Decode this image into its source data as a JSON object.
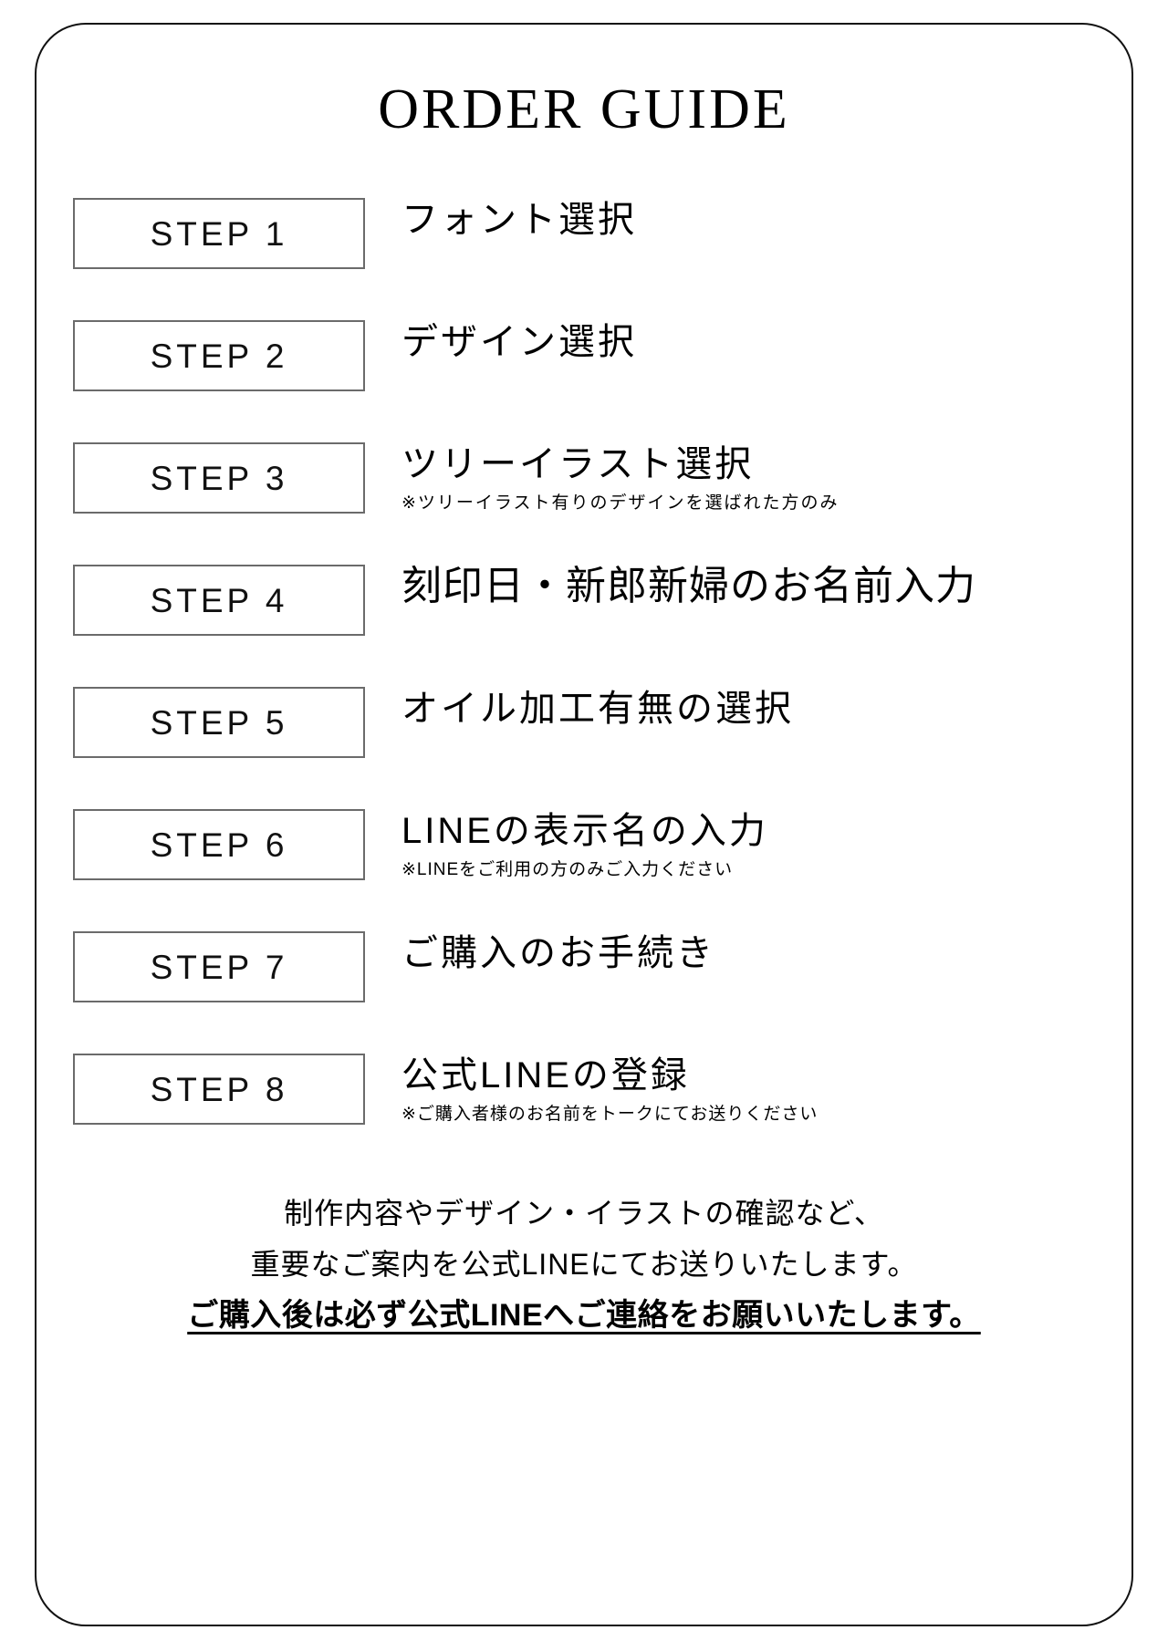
{
  "page": {
    "title": "ORDER GUIDE",
    "background_color": "#ffffff",
    "text_color": "#000000",
    "frame_border_color": "#111111",
    "step_box_border_color": "#6b6b6b"
  },
  "steps": [
    {
      "box_label": "STEP 1",
      "title": "フォント選択",
      "note": ""
    },
    {
      "box_label": "STEP 2",
      "title": "デザイン選択",
      "note": ""
    },
    {
      "box_label": "STEP 3",
      "title": "ツリーイラスト選択",
      "note": "※ツリーイラスト有りのデザインを選ばれた方のみ"
    },
    {
      "box_label": "STEP 4",
      "title": "刻印日・新郎新婦のお名前入力",
      "note": ""
    },
    {
      "box_label": "STEP 5",
      "title": "オイル加工有無の選択",
      "note": ""
    },
    {
      "box_label": "STEP 6",
      "title": "LINEの表示名の入力",
      "note": "※LINEをご利用の方のみご入力ください"
    },
    {
      "box_label": "STEP 7",
      "title": "ご購入のお手続き",
      "note": ""
    },
    {
      "box_label": "STEP 8",
      "title": "公式LINEの登録",
      "note": "※ご購入者様のお名前をトークにてお送りください"
    }
  ],
  "footer": {
    "line1": "制作内容やデザイン・イラストの確認など、",
    "line2": "重要なご案内を公式LINEにてお送りいたします。",
    "line3": "ご購入後は必ず公式LINEへご連絡をお願いいたします。"
  }
}
